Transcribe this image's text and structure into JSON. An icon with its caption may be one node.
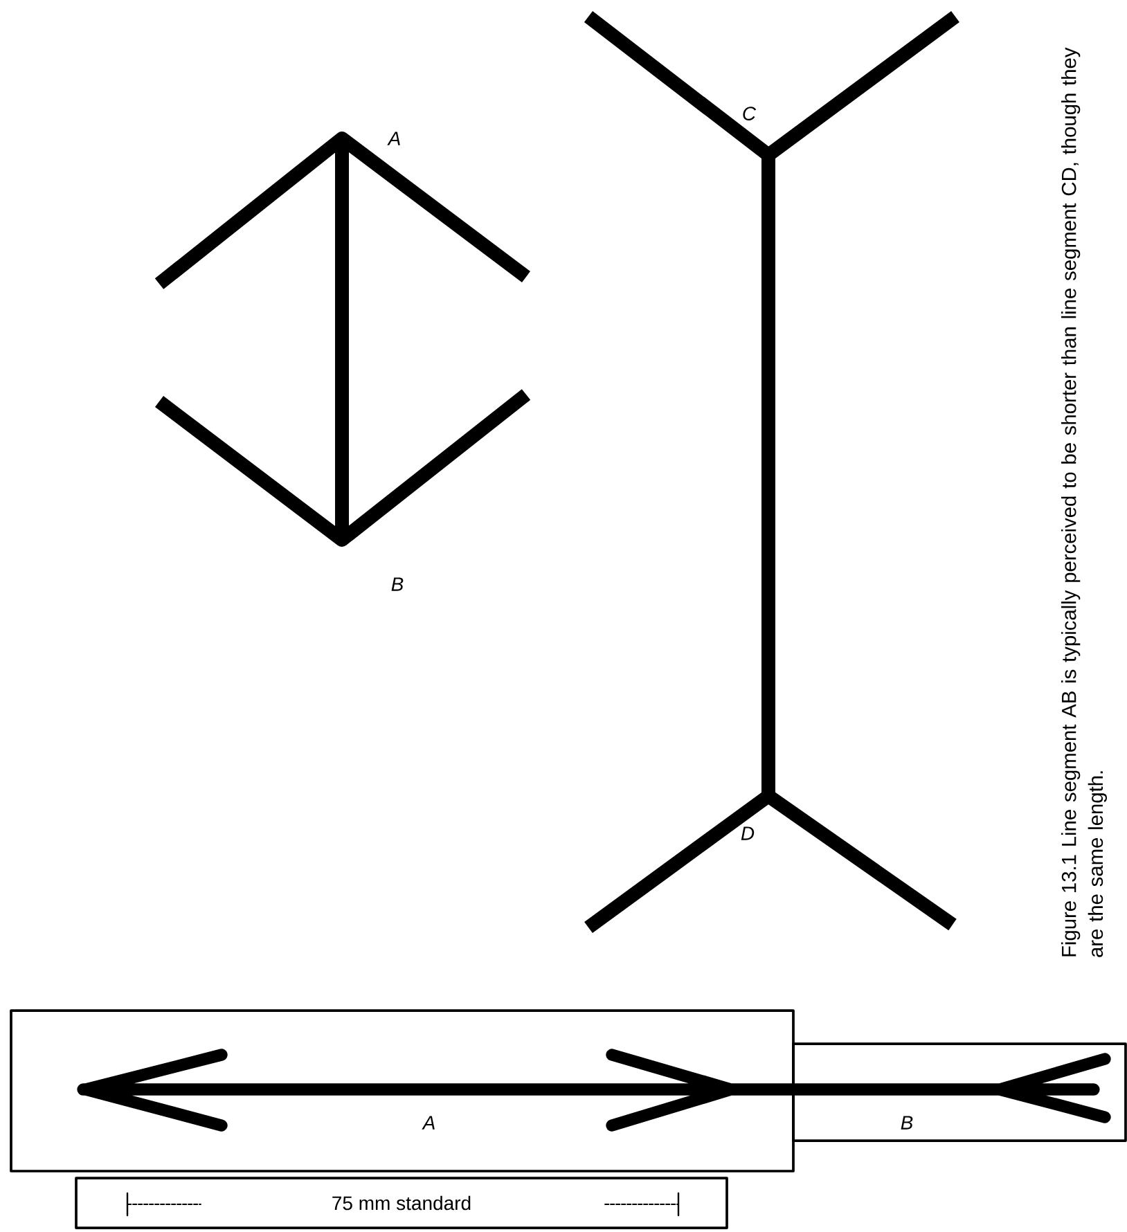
{
  "diagram": {
    "caption": "Figure 13.1 Line segment AB is typically perceived to be shorter than line segment CD, though they are the same length.",
    "nodes": [
      {
        "text": [
          "A"
        ]
      },
      {
        "text": [
          "B"
        ]
      },
      {
        "text": [
          "75 mm standard"
        ]
      }
    ],
    "labels": [
      "C",
      "A",
      "D",
      "B"
    ]
  }
}
